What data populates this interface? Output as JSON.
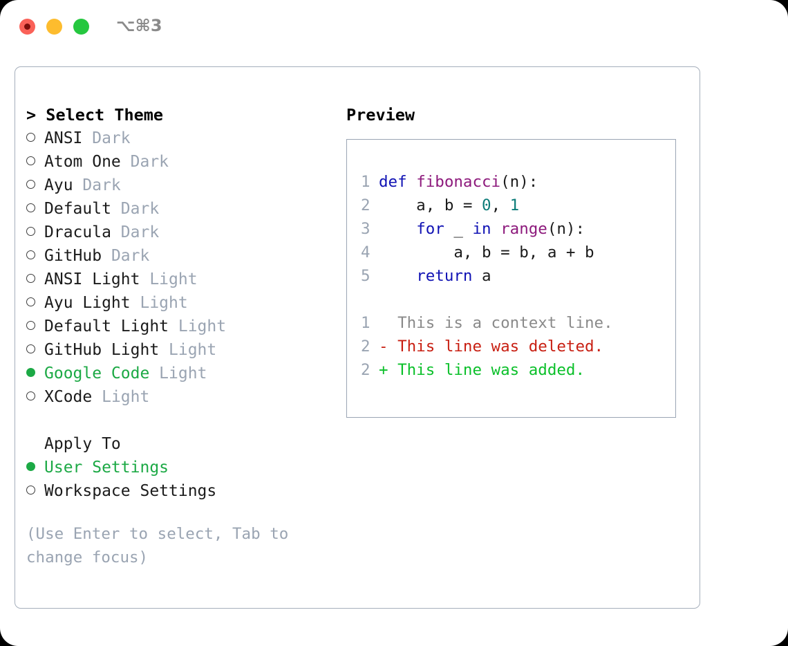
{
  "titlebar": {
    "shortcut": "⌥⌘3",
    "buttons": {
      "close": "close",
      "minimize": "minimize",
      "maximize": "maximize"
    }
  },
  "theme_picker": {
    "heading": "> Select Theme",
    "items": [
      {
        "marker": "hollow",
        "name": "ANSI",
        "variant": "Dark",
        "selected": false
      },
      {
        "marker": "hollow",
        "name": "Atom One",
        "variant": "Dark",
        "selected": false
      },
      {
        "marker": "hollow",
        "name": "Ayu",
        "variant": "Dark",
        "selected": false
      },
      {
        "marker": "hollow",
        "name": "Default",
        "variant": "Dark",
        "selected": false
      },
      {
        "marker": "hollow",
        "name": "Dracula",
        "variant": "Dark",
        "selected": false
      },
      {
        "marker": "hollow",
        "name": "GitHub",
        "variant": "Dark",
        "selected": false
      },
      {
        "marker": "hollow",
        "name": "ANSI Light",
        "variant": "Light",
        "selected": false
      },
      {
        "marker": "hollow",
        "name": "Ayu Light",
        "variant": "Light",
        "selected": false
      },
      {
        "marker": "hollow",
        "name": "Default Light",
        "variant": "Light",
        "selected": false
      },
      {
        "marker": "hollow",
        "name": "GitHub Light",
        "variant": "Light",
        "selected": false
      },
      {
        "marker": "filled",
        "name": "Google Code",
        "variant": "Light",
        "selected": true
      },
      {
        "marker": "hollow",
        "name": "XCode",
        "variant": "Light",
        "selected": false
      }
    ]
  },
  "apply_to": {
    "label": "Apply To",
    "items": [
      {
        "marker": "filled",
        "name": "User Settings",
        "selected": true
      },
      {
        "marker": "hollow",
        "name": "Workspace Settings",
        "selected": false
      }
    ]
  },
  "hint": "(Use Enter to select, Tab to change focus)",
  "preview": {
    "title": "Preview",
    "code_lines": [
      {
        "num": "1",
        "tokens": [
          {
            "t": "def",
            "c": "kw"
          },
          {
            "t": " ",
            "c": "plain"
          },
          {
            "t": "fibonacci",
            "c": "fn"
          },
          {
            "t": "(n):",
            "c": "punct"
          }
        ]
      },
      {
        "num": "2",
        "tokens": [
          {
            "t": "    a, b = ",
            "c": "plain"
          },
          {
            "t": "0",
            "c": "num"
          },
          {
            "t": ", ",
            "c": "plain"
          },
          {
            "t": "1",
            "c": "num"
          }
        ]
      },
      {
        "num": "3",
        "tokens": [
          {
            "t": "    ",
            "c": "plain"
          },
          {
            "t": "for",
            "c": "kw"
          },
          {
            "t": " _ ",
            "c": "plain"
          },
          {
            "t": "in",
            "c": "kw"
          },
          {
            "t": " ",
            "c": "plain"
          },
          {
            "t": "range",
            "c": "fn"
          },
          {
            "t": "(n):",
            "c": "punct"
          }
        ]
      },
      {
        "num": "4",
        "tokens": [
          {
            "t": "        a, b = b, a + b",
            "c": "plain"
          }
        ]
      },
      {
        "num": "5",
        "tokens": [
          {
            "t": "    ",
            "c": "plain"
          },
          {
            "t": "return",
            "c": "kw"
          },
          {
            "t": " a",
            "c": "plain"
          }
        ]
      }
    ],
    "diff_lines": [
      {
        "num": "1",
        "prefix": "  ",
        "text": "This is a context line.",
        "kind": "ctx"
      },
      {
        "num": "2",
        "prefix": "- ",
        "text": "This line was deleted.",
        "kind": "del"
      },
      {
        "num": "2",
        "prefix": "+ ",
        "text": "This line was added.",
        "kind": "add"
      }
    ]
  },
  "colors": {
    "accent_green": "#1ca945",
    "muted": "#9aa4b2",
    "keyword": "#1012b4",
    "function": "#8d1a7c",
    "number": "#0b7b78",
    "diff_added": "#0bc02a",
    "diff_deleted": "#c81f12",
    "border": "#a5aebb"
  }
}
